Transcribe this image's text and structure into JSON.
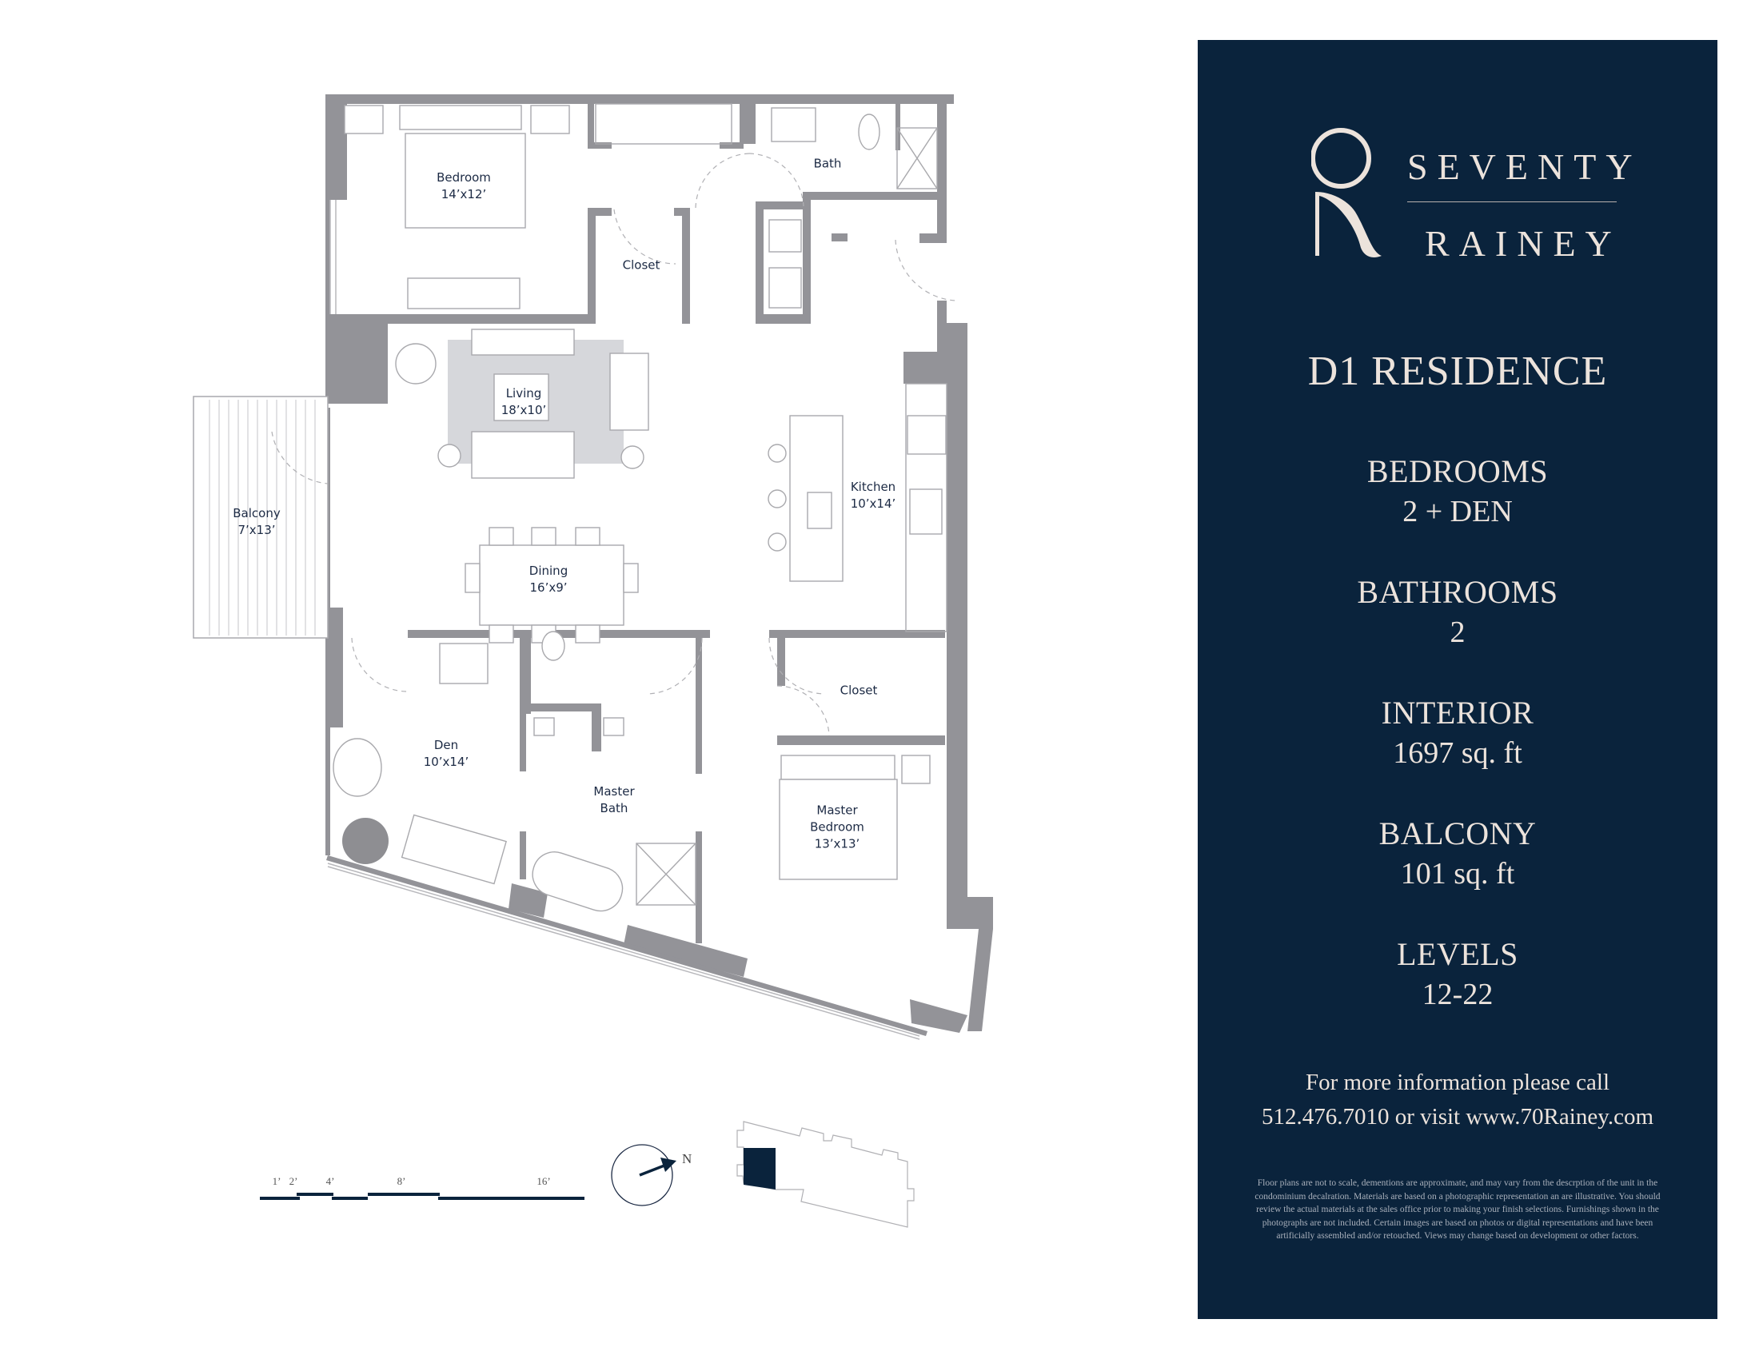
{
  "brand": {
    "logo_mark": "70",
    "line1": "SEVENTY",
    "line2": "RAINEY"
  },
  "residence": {
    "title": "D1 RESIDENCE"
  },
  "stats": [
    {
      "label": "BEDROOMS",
      "value": "2 + DEN"
    },
    {
      "label": "BATHROOMS",
      "value": "2"
    },
    {
      "label": "INTERIOR",
      "value": "1697 sq. ft"
    },
    {
      "label": "BALCONY",
      "value": "101 sq. ft"
    },
    {
      "label": "LEVELS",
      "value": "12-22"
    }
  ],
  "contact": {
    "line1": "For more information please call",
    "line2": "512.476.7010 or visit www.70Rainey.com",
    "phone": "512.476.7010",
    "website": "www.70Rainey.com"
  },
  "disclaimer": "Floor plans are not to scale, dementions are approximate, and may vary from the descrption of the unit in the condominium decalration. Materials are based on a photographic representation an are illustrative. You should review the actual materials at the sales office prior to making your finish selections. Furnishings shown in the photographs are not included. Certain images are based on photos or digital representations and have been artificially assembled and/or retouched. Views may change based on development or other factors.",
  "rooms": [
    {
      "name": "Bedroom",
      "size": "14’x12’"
    },
    {
      "name": "Closet",
      "size": ""
    },
    {
      "name": "Bath",
      "size": ""
    },
    {
      "name": "Living",
      "size": "18’x10’"
    },
    {
      "name": "Kitchen",
      "size": "10’x14’"
    },
    {
      "name": "Dining",
      "size": "16’x9’"
    },
    {
      "name": "Balcony",
      "size": "7’x13’"
    },
    {
      "name": "Den",
      "size": "10’x14’"
    },
    {
      "name": "Master Bath",
      "line1": "Master",
      "line2": "Bath"
    },
    {
      "name": "Closet",
      "size": ""
    },
    {
      "name": "Master Bedroom",
      "line1": "Master",
      "line2": "Bedroom",
      "size": "13’x13’"
    }
  ],
  "scale_bar": {
    "ticks": [
      "1’",
      "2’",
      "4’",
      "8’",
      "16’"
    ]
  },
  "compass": {
    "label": "N"
  },
  "colors": {
    "panel_bg": "#0a233c",
    "panel_text": "#ece3dc",
    "wall": "#939398",
    "rug": "#d6d7db",
    "label_text": "#1c2a44",
    "keyplan_highlight": "#0a233c"
  }
}
